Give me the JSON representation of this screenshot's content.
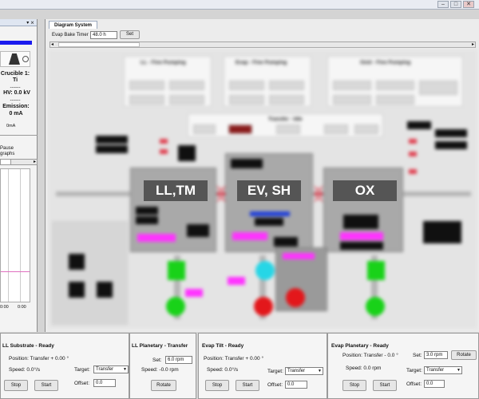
{
  "window": {
    "min": "–",
    "max": "□",
    "close": "✕"
  },
  "left_panel": {
    "header_icons": "▾ ⨯",
    "crucible_label": "Crucible 1:",
    "crucible_material": "Ti",
    "dashes1": "------",
    "hv_label": "HV: 0.0 kV",
    "dashes2": "------",
    "emission_label": "Emission:",
    "emission_value": "0 mA",
    "small_value": "0mA",
    "pause_label": "Pause",
    "graphs_label": "graphs",
    "axis_left": "0:00",
    "axis_right": "0:00"
  },
  "diagram": {
    "tab_label": "Diagram System",
    "bake_label": "Evap Bake Timer",
    "bake_value": "48.0 h",
    "set_button": "Set",
    "chambers": [
      "LL,TM",
      "EV, SH",
      "OX"
    ],
    "groups": [
      "LL - Fine Pumping",
      "Evap - Fine Pumping",
      "Oxid - Fine Pumping"
    ],
    "transfer_label": "Transfer - Idle"
  },
  "panels": {
    "ll_substrate": {
      "title": "LL Substrate - Ready",
      "position": "Position: Transfer + 0.00 °",
      "speed": "Speed: 0.0°/s",
      "target_label": "Target:",
      "target_value": "Transfer",
      "offset_label": "Offset:",
      "offset_value": "0.0",
      "stop": "Stop",
      "start": "Start"
    },
    "ll_planetary": {
      "title": "LL Planetary - Transfer",
      "set_label": "Set:",
      "set_value": "6.0 rpm",
      "speed": "Speed: -0.0 rpm",
      "rotate": "Rotate"
    },
    "evap_tilt": {
      "title": "Evap Tilt - Ready",
      "position": "Position: Transfer + 0.00 °",
      "speed": "Speed: 0.0°/s",
      "target_label": "Target:",
      "target_value": "Transfer",
      "offset_label": "Offset:",
      "offset_value": "0.0",
      "stop": "Stop",
      "start": "Start"
    },
    "evap_planetary": {
      "title": "Evap Planetary - Ready",
      "position": "Position: Transfer - 0.0 °",
      "speed": "Speed: 0.0 rpm",
      "set_label": "Set:",
      "set_value": "3.0 rpm",
      "rotate": "Rotate",
      "target_label": "Target:",
      "target_value": "Transfer",
      "offset_label": "Offset:",
      "offset_value": "0.0",
      "stop": "Stop",
      "start": "Start"
    }
  }
}
